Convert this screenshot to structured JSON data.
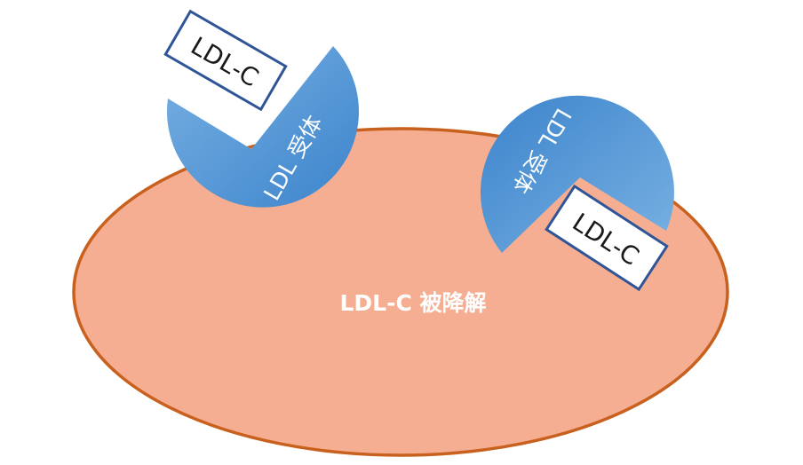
{
  "colors": {
    "cell_fill": "#f6ae92",
    "cell_stroke": "#c8601e",
    "receptor_light": "#79b1e2",
    "receptor_dark": "#3c84cc",
    "label_border": "#2f5597",
    "text_light": "#ffffff",
    "text_dark": "#1a1a1a"
  },
  "cell": {
    "label": "LDL-C 被降解"
  },
  "receptors": [
    {
      "label": "LDL 受体",
      "ligand": {
        "label": "LDL-C"
      }
    },
    {
      "label": "LDL 受体",
      "ligand": {
        "label": "LDL-C"
      }
    }
  ]
}
